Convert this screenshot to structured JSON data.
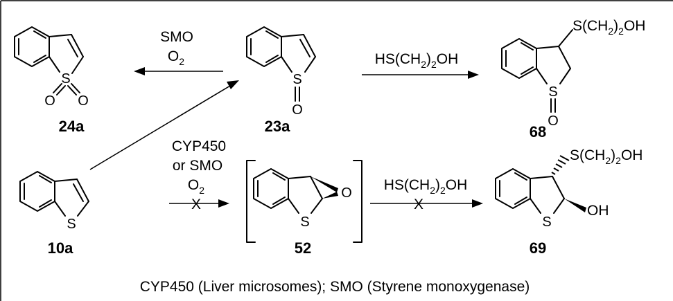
{
  "compounds": {
    "c24a": {
      "number": "24a"
    },
    "c23a": {
      "number": "23a"
    },
    "c68": {
      "number": "68",
      "substituent": "S(CH",
      "sub_2a": "2",
      "sub_mid": ")",
      "sub_2b": "2",
      "sub_end": "OH"
    },
    "c10a": {
      "number": "10a"
    },
    "c52": {
      "number": "52"
    },
    "c69": {
      "number": "69",
      "substituent": "S(CH",
      "sub_2a": "2",
      "sub_mid": ")",
      "sub_2b": "2",
      "sub_end": "OH",
      "hydroxyl": "OH"
    }
  },
  "atoms": {
    "sulfur": "S",
    "oxygen": "O"
  },
  "reagents": {
    "smo_line1": "SMO",
    "o2_base": "O",
    "o2_sub": "2",
    "thiol": {
      "a": "HS(CH",
      "s1": "2",
      "b": ")",
      "s2": "2",
      "c": "OH"
    },
    "cyp_line1": "CYP450",
    "cyp_line2": "or SMO",
    "blocked_mark": "X"
  },
  "footnote": "CYP450 (Liver microsomes); SMO (Styrene monoxygenase)"
}
